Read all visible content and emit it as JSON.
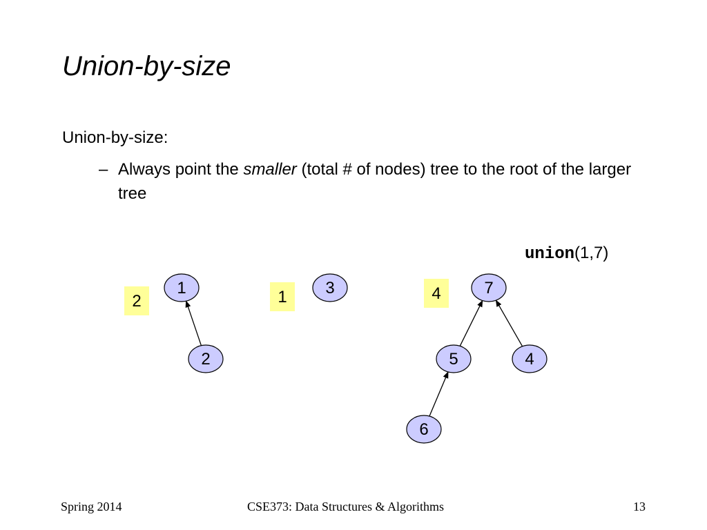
{
  "slide": {
    "title": "Union-by-size",
    "bullet": "Union-by-size:",
    "sub_dash": "–",
    "sub_text_before": "Always point the ",
    "sub_text_emphasis": "smaller",
    "sub_text_after": " (total # of nodes) tree to the root of the larger tree"
  },
  "operation": {
    "keyword": "union",
    "args": "(1,7)"
  },
  "colors": {
    "node_fill": "#ccccff",
    "node_stroke": "#000000",
    "size_box_fill": "#ffff99"
  },
  "diagram": {
    "nodes": [
      {
        "id": "n1",
        "label": "1"
      },
      {
        "id": "n2",
        "label": "2"
      },
      {
        "id": "n3",
        "label": "3"
      },
      {
        "id": "n7",
        "label": "7"
      },
      {
        "id": "n5",
        "label": "5"
      },
      {
        "id": "n4",
        "label": "4"
      },
      {
        "id": "n6",
        "label": "6"
      }
    ],
    "edges": [
      {
        "from": "n2",
        "to": "n1"
      },
      {
        "from": "n5",
        "to": "n7"
      },
      {
        "from": "n4",
        "to": "n7"
      },
      {
        "from": "n6",
        "to": "n5"
      }
    ],
    "size_boxes": [
      {
        "tree_root": "n1",
        "size": "2"
      },
      {
        "tree_root": "n3",
        "size": "1"
      },
      {
        "tree_root": "n7",
        "size": "4"
      }
    ]
  },
  "footer": {
    "left": "Spring 2014",
    "center": "CSE373: Data Structures & Algorithms",
    "right": "13"
  }
}
